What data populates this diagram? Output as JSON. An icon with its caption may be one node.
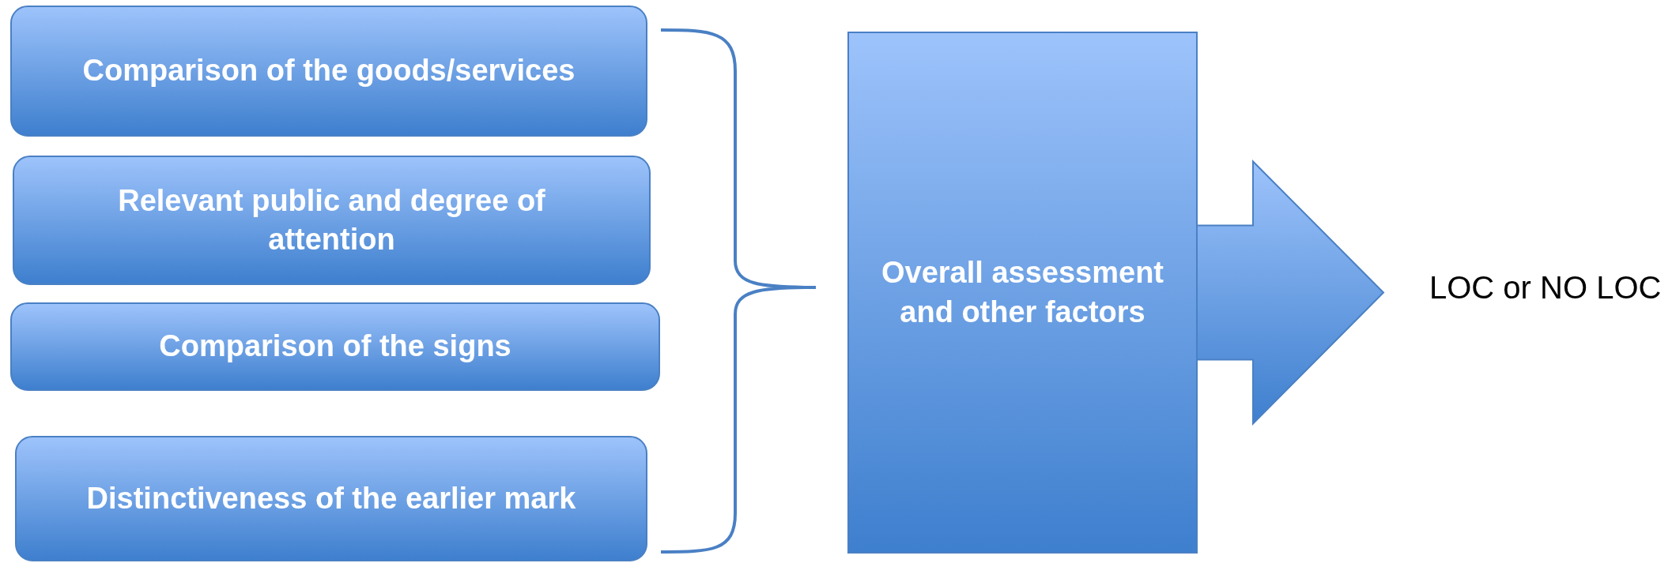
{
  "diagram": {
    "nodes": [
      {
        "text": [
          "Comparison of the goods/services"
        ]
      },
      {
        "text": [
          "Relevant public and degree of attention"
        ]
      },
      {
        "text": [
          "Comparison of the signs"
        ]
      },
      {
        "text": [
          "Distinctiveness of the earlier mark"
        ]
      },
      {
        "text": [
          "Overall assessment and other factors"
        ]
      },
      {
        "text": [
          "LOC or NO LOC"
        ]
      }
    ],
    "edges": [
      {
        "from": 4,
        "to": 5,
        "arrow": "to",
        "style": "thick"
      }
    ]
  }
}
